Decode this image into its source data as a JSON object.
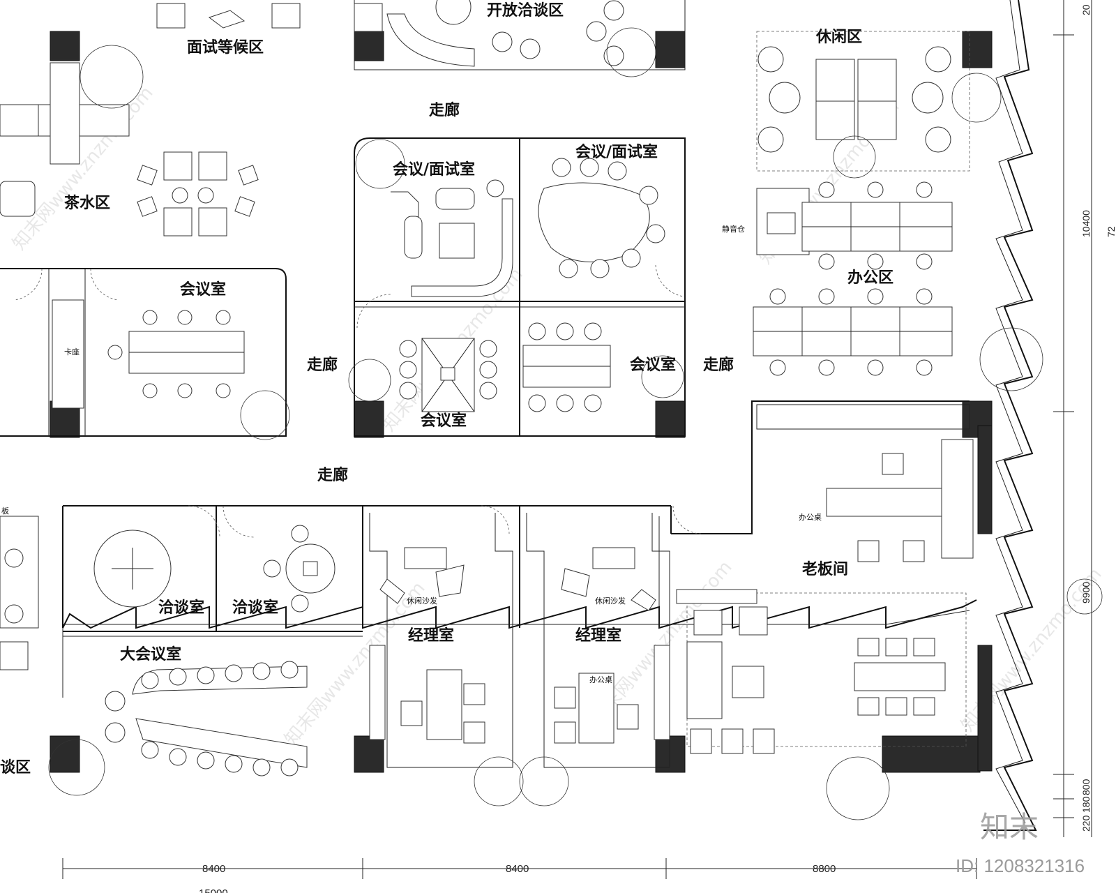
{
  "rooms": {
    "interview_waiting": "面试等候区",
    "open_talk": "开放洽谈区",
    "leisure": "休闲区",
    "corridor": "走廊",
    "meeting_interview": "会议/面试室",
    "tea": "茶水区",
    "meeting": "会议室",
    "booth": "卡座",
    "quiet_pod": "静音仓",
    "office_area": "办公区",
    "negotiation": "洽谈室",
    "big_meeting": "大会议室",
    "manager": "经理室",
    "boss": "老板间",
    "lounge_sofa": "休闲沙发",
    "desk": "办公桌",
    "talk_area_fragment": "谈区",
    "board_fragment": "板"
  },
  "dimensions": {
    "bottom": [
      "8400",
      "8400",
      "8800"
    ],
    "right": [
      "10400",
      "9900",
      "800",
      "180",
      "220"
    ],
    "right_partial_top": "20",
    "right_partial_mid": "72",
    "bottom_partial": "15000"
  },
  "watermark": {
    "brand": "知末",
    "id": "ID: 1208321316",
    "repeat": "知末网www.znzmo.com"
  }
}
